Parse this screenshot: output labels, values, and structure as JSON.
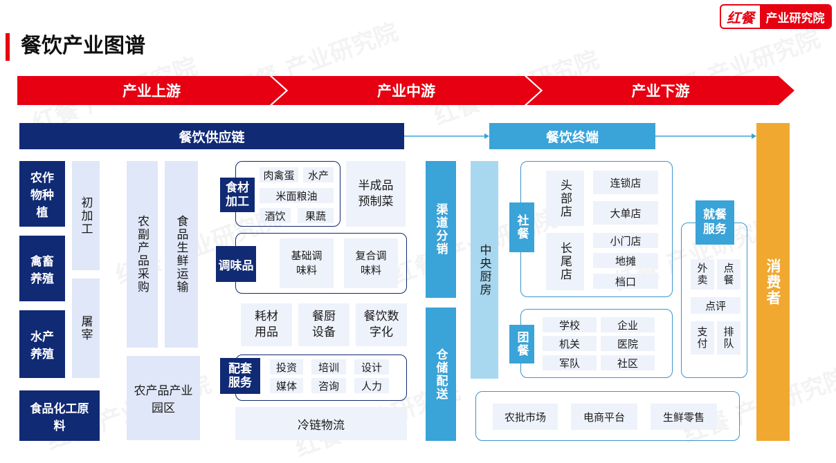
{
  "brand": {
    "logo_text": "红餐",
    "institute": "产业研究院",
    "color": "#e60012"
  },
  "page_title": "餐饮产业图谱",
  "stages": [
    "产业上游",
    "产业中游",
    "产业下游"
  ],
  "headers": {
    "supply_chain": "餐饮供应链",
    "terminal": "餐饮终端",
    "consumer": "消费者"
  },
  "upstream": {
    "left_column": [
      "农作物种植",
      "禽畜养殖",
      "水产养殖",
      "食品化工原料"
    ],
    "primary": [
      "初加工",
      "屠宰"
    ],
    "procurement": "农副产品采购",
    "fresh_transport": "食品生鲜运输",
    "park": "农产品产业园区"
  },
  "ingredients": {
    "label": "食材加工",
    "items": [
      "肉禽蛋",
      "水产",
      "米面粮油",
      "酒饮",
      "果蔬"
    ]
  },
  "semi_finished": "半成品预制菜",
  "condiments": {
    "label": "调味品",
    "items": [
      "基础调味料",
      "复合调味料"
    ]
  },
  "row_items": [
    "耗材用品",
    "餐厨设备",
    "餐饮数字化"
  ],
  "support": {
    "label": "配套服务",
    "items": [
      "投资",
      "培训",
      "设计",
      "媒体",
      "咨询",
      "人力"
    ]
  },
  "cold_chain": "冷链物流",
  "channels": [
    "渠道分销",
    "仓储配送"
  ],
  "central_kitchen": "中央厨房",
  "social": {
    "label": "社餐",
    "head": "头部店",
    "long_tail": "长尾店",
    "items": [
      "连锁店",
      "大单店",
      "小门店",
      "地摊",
      "档口"
    ]
  },
  "group": {
    "label": "团餐",
    "items": [
      "学校",
      "企业",
      "机关",
      "医院",
      "军队",
      "社区"
    ]
  },
  "dining": {
    "label": "就餐服务",
    "items": [
      "外卖",
      "点餐",
      "点评",
      "支付",
      "排队"
    ]
  },
  "retail": [
    "农批市场",
    "电商平台",
    "生鲜零售"
  ]
}
